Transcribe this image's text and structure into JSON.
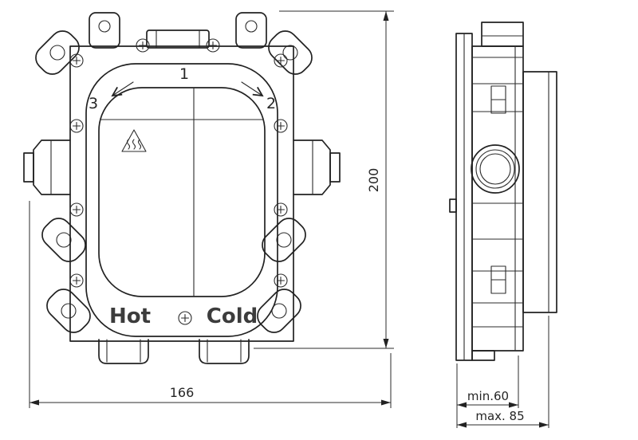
{
  "front_view": {
    "outlet_top": "1",
    "outlet_right": "2",
    "outlet_left": "3",
    "inlet_hot": "Hot",
    "inlet_cold": "Cold"
  },
  "dimensions": {
    "width": "166",
    "height": "200",
    "depth_min": "min.60",
    "depth_max": "max. 85"
  },
  "icons": {
    "warning": "hot-surface-warning-icon",
    "screw": "phillips-screw-icon"
  },
  "colors": {
    "line": "#222222",
    "background": "#ffffff",
    "label": "#3c3c3c"
  }
}
